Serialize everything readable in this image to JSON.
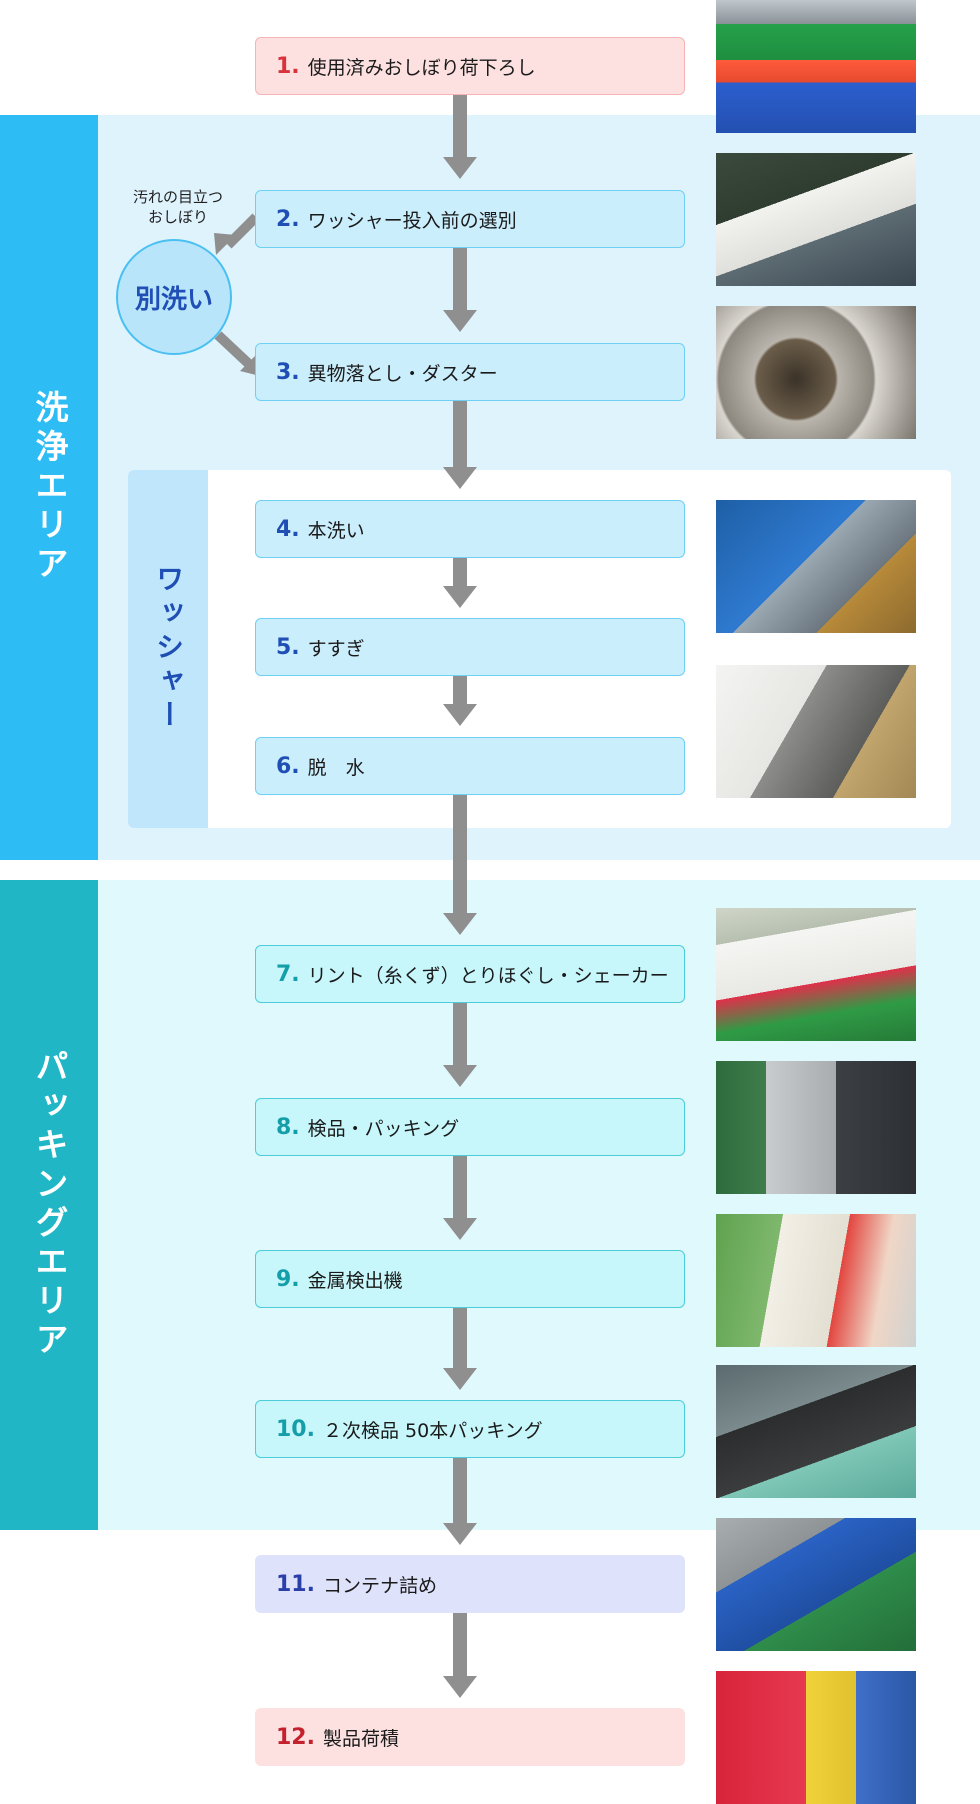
{
  "colors": {
    "wash_zone_label": "#2dbdf4",
    "wash_zone_bg": "#dff3fd",
    "pack_zone_label": "#21b6c6",
    "pack_zone_bg": "#dff9fd",
    "arrow": "#8f8f8f"
  },
  "zones": {
    "wash_label": "洗浄エリア",
    "washer_label": "ワッシャー",
    "pack_label": "パッキングエリア"
  },
  "side_process": {
    "note": "汚れの目立つ\nおしぼり",
    "bubble": "別洗い"
  },
  "steps": [
    {
      "num": "1.",
      "label": "使用済みおしぼり荷下ろし",
      "bg": "#fde1e1",
      "border": "#f6b3b3",
      "num_color": "#d8323c"
    },
    {
      "num": "2.",
      "label": "ワッシャー投入前の選別",
      "bg": "#cbeefc",
      "border": "#6fd0f3",
      "num_color": "#1f4fb4"
    },
    {
      "num": "3.",
      "label": "異物落とし・ダスター",
      "bg": "#cbeefc",
      "border": "#6fd0f3",
      "num_color": "#1f4fb4"
    },
    {
      "num": "4.",
      "label": "本洗い",
      "bg": "#cbeefc",
      "border": "#6fd0f3",
      "num_color": "#1f4fb4"
    },
    {
      "num": "5.",
      "label": "すすぎ",
      "bg": "#cbeefc",
      "border": "#6fd0f3",
      "num_color": "#1f4fb4"
    },
    {
      "num": "6.",
      "label": "脱　水",
      "bg": "#cbeefc",
      "border": "#6fd0f3",
      "num_color": "#1f4fb4"
    },
    {
      "num": "7.",
      "label": "リント（糸くず）とりほぐし・シェーカー",
      "bg": "#c7f7fb",
      "border": "#4ccdd9",
      "num_color": "#149ea8"
    },
    {
      "num": "8.",
      "label": "検品・パッキング",
      "bg": "#c7f7fb",
      "border": "#4ccdd9",
      "num_color": "#149ea8"
    },
    {
      "num": "9.",
      "label": "金属検出機",
      "bg": "#c7f7fb",
      "border": "#4ccdd9",
      "num_color": "#149ea8"
    },
    {
      "num": "10.",
      "label": "２次検品 50本パッキング",
      "bg": "#c7f7fb",
      "border": "#4ccdd9",
      "num_color": "#149ea8"
    },
    {
      "num": "11.",
      "label": "コンテナ詰め",
      "bg": "#dfe2fb",
      "border": "#dfe2fb",
      "num_color": "#2b3fa8"
    },
    {
      "num": "12.",
      "label": "製品荷積",
      "bg": "#fde1e1",
      "border": "#fde1e1",
      "num_color": "#c5202d"
    }
  ],
  "photos": [
    {
      "icon": "crates-photo"
    },
    {
      "icon": "sorting-photo"
    },
    {
      "icon": "duster-drum-photo"
    },
    {
      "icon": "washer-machine-photo"
    },
    {
      "icon": "dehydrate-photo"
    },
    {
      "icon": "lint-line-photo"
    },
    {
      "icon": "inspection-photo"
    },
    {
      "icon": "metal-detector-photo"
    },
    {
      "icon": "packing-conveyor-photo"
    },
    {
      "icon": "container-photo"
    },
    {
      "icon": "loading-crates-photo"
    }
  ]
}
